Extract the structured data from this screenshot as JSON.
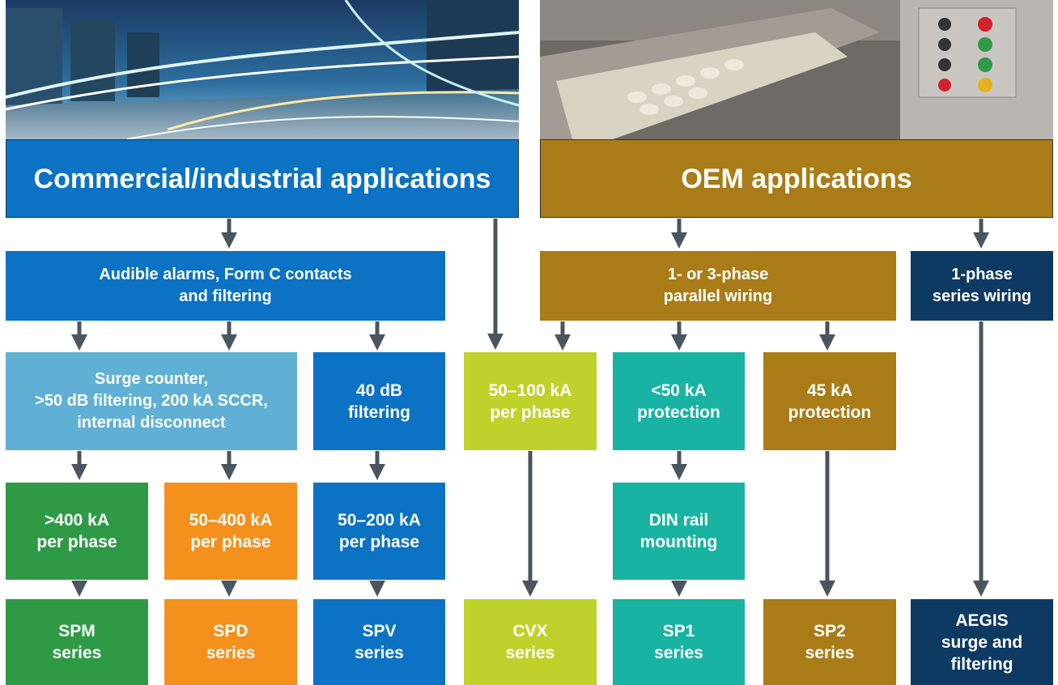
{
  "colors": {
    "blue": "#0b72c4",
    "light_blue": "#5fb0d4",
    "green": "#2e9a45",
    "orange": "#f4901c",
    "lime": "#bfd22b",
    "teal": "#18b3a3",
    "gold": "#a97c17",
    "navy": "#0d3a63",
    "arrow": "#4b5560"
  },
  "headers": {
    "commercial": "Commercial/industrial applications",
    "oem": "OEM applications"
  },
  "features": {
    "alarms": "Audible alarms, Form C contacts\nand filtering",
    "parallel": "1- or 3-phase\nparallel wiring",
    "series_wiring": "1-phase\nseries wiring",
    "surge_counter": "Surge counter,\n>50 dB filtering, 200 kA SCCR,\ninternal disconnect",
    "filter40": "40 dB\nfiltering",
    "cvx_rating": "50–100 kA\nper phase",
    "lt50": "<50 kA\nprotection",
    "p45": "45 kA\nprotection",
    "gt400": ">400 kA\nper phase",
    "r50_400": "50–400 kA\nper phase",
    "r50_200": "50–200 kA\nper phase",
    "din": "DIN rail\nmounting"
  },
  "products": {
    "spm": "SPM\nseries",
    "spd": "SPD\nseries",
    "spv": "SPV\nseries",
    "cvx": "CVX\nseries",
    "sp1": "SP1\nseries",
    "sp2": "SP2\nseries",
    "aegis": "AEGIS\nsurge and\nfiltering"
  }
}
